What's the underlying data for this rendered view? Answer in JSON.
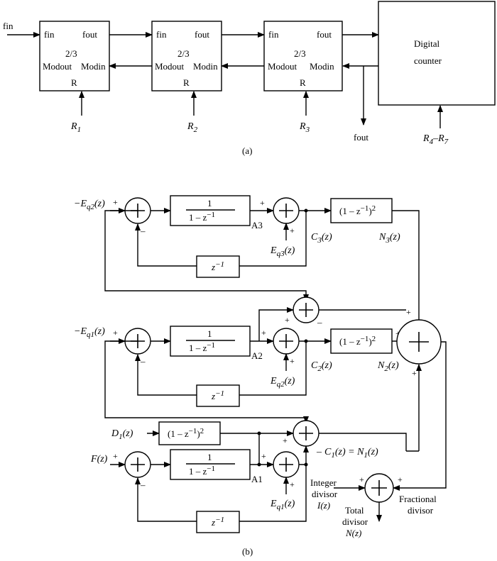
{
  "part_a": {
    "input_label": "fin",
    "stages": [
      {
        "title": "2/3",
        "fin": "fin",
        "fout": "fout",
        "modout": "Modout",
        "modin": "Modin",
        "r": "R",
        "control": "R",
        "control_sub": "1"
      },
      {
        "title": "2/3",
        "fin": "fin",
        "fout": "fout",
        "modout": "Modout",
        "modin": "Modin",
        "r": "R",
        "control": "R",
        "control_sub": "2"
      },
      {
        "title": "2/3",
        "fin": "fin",
        "fout": "fout",
        "modout": "Modout",
        "modin": "Modin",
        "r": "R",
        "control": "R",
        "control_sub": "3"
      }
    ],
    "counter": {
      "line1": "Digital",
      "line2": "counter",
      "control_a": "R",
      "control_a_sub": "4",
      "dash": "–",
      "control_b": "R",
      "control_b_sub": "7"
    },
    "output_label": "fout",
    "caption": "(a)"
  },
  "part_b": {
    "integrator": {
      "numerator": "1",
      "denominator": "1 – z"
    },
    "exponent_minus1": "−1",
    "squared": "2",
    "delay": "z",
    "diff_filter": "(1 – z",
    "diff_filter_close": ")",
    "rows": [
      {
        "input": "−E",
        "input_sub": "q2",
        "input_arg": "(z)",
        "acc_label": "A3",
        "noise": "E",
        "noise_sub": "q3",
        "noise_arg": "(z)",
        "carry": "C",
        "carry_sub": "3",
        "carry_arg": "(z)",
        "out": "N",
        "out_sub": "3",
        "out_arg": "(z)"
      },
      {
        "input": "−E",
        "input_sub": "q1",
        "input_arg": "(z)",
        "acc_label": "A2",
        "noise": "E",
        "noise_sub": "q2",
        "noise_arg": "(z)",
        "carry": "C",
        "carry_sub": "2",
        "carry_arg": "(z)",
        "out": "N",
        "out_sub": "2",
        "out_arg": "(z)"
      },
      {
        "input": "F",
        "input_sub": "",
        "input_arg": "(z)",
        "acc_label": "A1",
        "noise": "E",
        "noise_sub": "q1",
        "noise_arg": "(z)"
      }
    ],
    "dither": {
      "label": "D",
      "sub": "1",
      "arg": "(z)"
    },
    "c1_label": {
      "c": "C",
      "c_sub": "1",
      "mid": "(z) = ",
      "n": "N",
      "n_sub": "1",
      "end": "(z)"
    },
    "integer_divisor": {
      "line1": "Integer",
      "line2": "divisor",
      "line3": "I(z)"
    },
    "fractional_divisor": {
      "line1": "Fractional",
      "line2": "divisor"
    },
    "total_divisor": {
      "line1": "Total",
      "line2": "divisor",
      "line3": "N(z)"
    },
    "plus": "+",
    "minus": "–",
    "caption": "(b)"
  }
}
